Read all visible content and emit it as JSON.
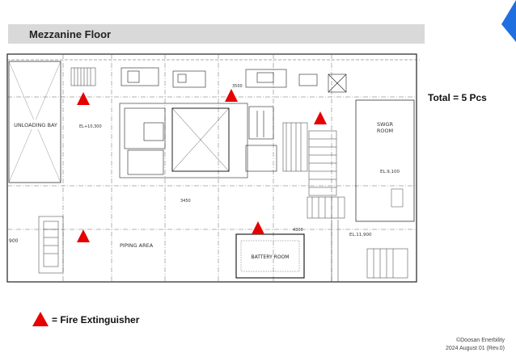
{
  "header": {
    "title": "Mezzanine Floor"
  },
  "plan": {
    "labels": {
      "unloading_bay": "UNLOADING BAY",
      "swgr_room": "SWGR\nROOM",
      "piping_area": "PIPING AREA",
      "battery_room": "BATTERY ROOM",
      "el_left": "EL+10,300",
      "el_right": "EL.9,100",
      "el_low_left": "900",
      "el_low_right": "EL.11,900",
      "dim_3450": "3450",
      "dim_4300": "4300",
      "dim_3500": "3500"
    },
    "markers_count": 5
  },
  "summary": {
    "total": "Total = 5 Pcs"
  },
  "legend": {
    "label": "= Fire Extinguisher",
    "color": "#e60000"
  },
  "footer": {
    "company": "©Doosan Enerbility",
    "date": "2024 August 01 (Rev.0)"
  },
  "colors": {
    "accent": "#1f6fe0",
    "marker": "#e60000",
    "title_bg": "#d9d9d9"
  }
}
